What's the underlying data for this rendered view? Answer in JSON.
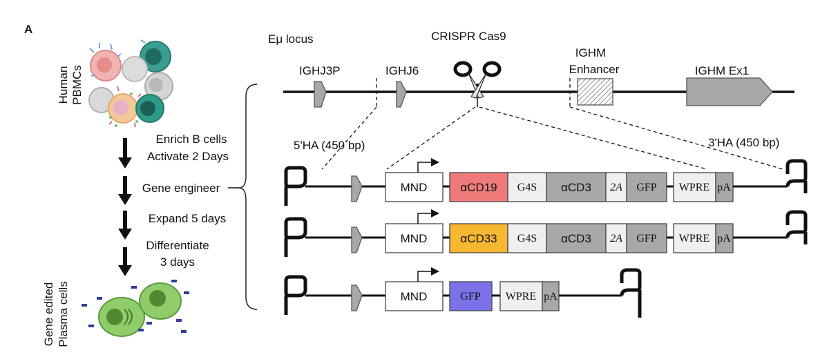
{
  "panel_label": "A",
  "left": {
    "source_label": [
      "Human",
      "PBMCs"
    ],
    "product_label": [
      "Gene edited",
      "Plasma cells"
    ],
    "steps": [
      [
        "Enrich  B cells",
        "Activate  2 Days"
      ],
      [
        "Gene engineer"
      ],
      [
        "Expand 5 days"
      ],
      [
        "Differentiate",
        "3 days"
      ]
    ]
  },
  "locus": {
    "title": "Eμ locus",
    "crispr": "CRISPR Cas9",
    "elements": {
      "ighj3p": "IGHJ3P",
      "ighj6": "IGHJ6",
      "enhancer": [
        "IGHM",
        "Enhancer"
      ],
      "ex1": "IGHM  Ex1"
    }
  },
  "homology_arms": {
    "left": "5'HA (450 bp)",
    "right": "3'HA (450 bp)"
  },
  "constructs": [
    {
      "promoter": "MND",
      "binder": "αCD19",
      "binder_color": "#ee7a7a",
      "linker": "G4S",
      "cd3": "αCD3",
      "p2a": "2A",
      "gfp": "GFP",
      "wpre": "WPRE",
      "pa": "pA"
    },
    {
      "promoter": "MND",
      "binder": "αCD33",
      "binder_color": "#f7b731",
      "linker": "G4S",
      "cd3": "αCD3",
      "p2a": "2A",
      "gfp": "GFP",
      "wpre": "WPRE",
      "pa": "pA"
    },
    {
      "promoter": "MND",
      "gfp": "GFP",
      "gfp_color": "#7b72ea",
      "wpre": "WPRE",
      "pa": "pA"
    }
  ],
  "colors": {
    "grey_block": "#a8a8a8",
    "light_block": "#efefef",
    "cell_green": "#7fbf58",
    "cell_teal": "#2e9b8a",
    "cell_pink": "#f0a8a8"
  }
}
